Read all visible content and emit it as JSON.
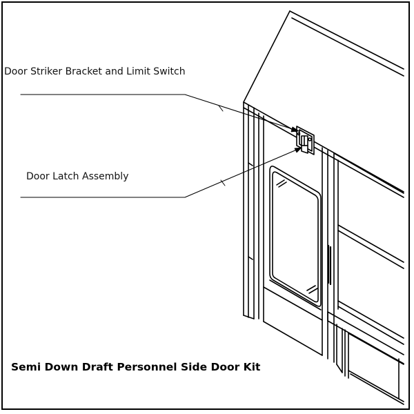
{
  "callouts": {
    "striker": "Door Striker Bracket and Limit Switch",
    "latch": "Door Latch Assembly"
  },
  "caption": "Semi Down Draft Personnel Side Door Kit",
  "colors": {
    "line": "#000000",
    "background": "#ffffff"
  }
}
